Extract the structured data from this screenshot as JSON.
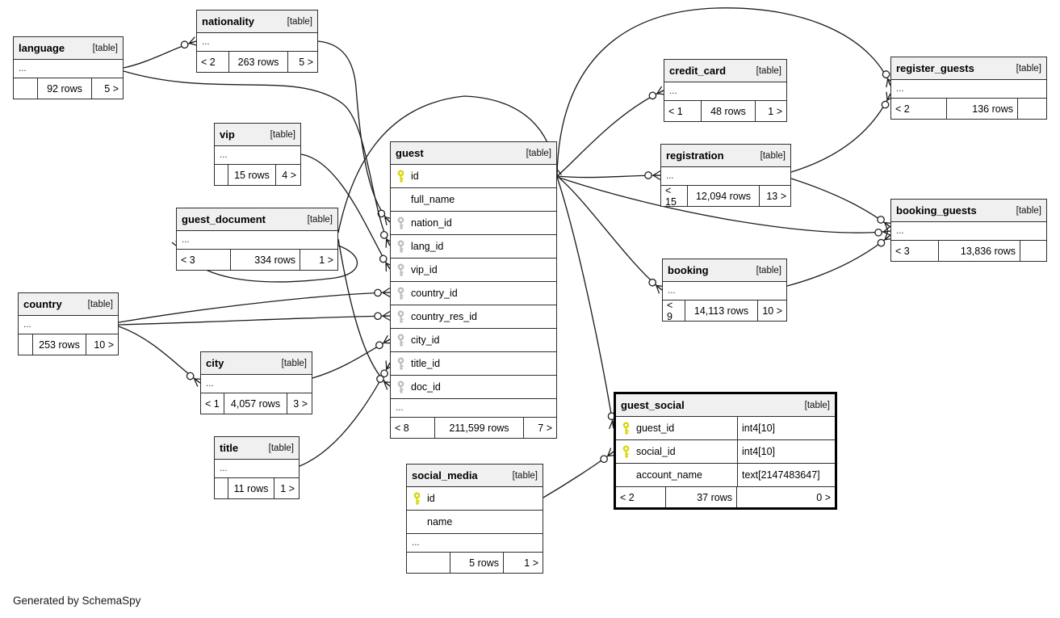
{
  "footer_note": "Generated by SchemaSpy",
  "ellipsis": "...",
  "colors": {
    "primary_key": "#d6d600",
    "foreign_key": "#bcbcbc",
    "header_bg": "#f0f0f0",
    "border": "#2d2d2d",
    "edge": "#1f1f1f"
  },
  "tables": [
    {
      "id": "language",
      "name": "language",
      "tag": "[table]",
      "columns": [],
      "collapsed": true,
      "footer": [
        "",
        "92 rows",
        "5 >"
      ]
    },
    {
      "id": "nationality",
      "name": "nationality",
      "tag": "[table]",
      "columns": [],
      "collapsed": true,
      "footer": [
        "< 2",
        "263 rows",
        "5 >"
      ]
    },
    {
      "id": "vip",
      "name": "vip",
      "tag": "[table]",
      "columns": [],
      "collapsed": true,
      "footer": [
        "",
        "15 rows",
        "4 >"
      ]
    },
    {
      "id": "guest_document",
      "name": "guest_document",
      "tag": "[table]",
      "columns": [],
      "collapsed": true,
      "footer": [
        "< 3",
        "334 rows",
        "1 >"
      ]
    },
    {
      "id": "country",
      "name": "country",
      "tag": "[table]",
      "columns": [],
      "collapsed": true,
      "footer": [
        "",
        "253 rows",
        "10 >"
      ]
    },
    {
      "id": "city",
      "name": "city",
      "tag": "[table]",
      "columns": [],
      "collapsed": true,
      "footer": [
        "< 1",
        "4,057 rows",
        "3 >"
      ]
    },
    {
      "id": "title",
      "name": "title",
      "tag": "[table]",
      "columns": [],
      "collapsed": true,
      "footer": [
        "",
        "11 rows",
        "1 >"
      ]
    },
    {
      "id": "guest",
      "name": "guest",
      "tag": "[table]",
      "columns": [
        {
          "key": "pk",
          "name": "id"
        },
        {
          "key": "",
          "name": "full_name"
        },
        {
          "key": "fk",
          "name": "nation_id"
        },
        {
          "key": "fk",
          "name": "lang_id"
        },
        {
          "key": "fk",
          "name": "vip_id"
        },
        {
          "key": "fk",
          "name": "country_id"
        },
        {
          "key": "fk",
          "name": "country_res_id"
        },
        {
          "key": "fk",
          "name": "city_id"
        },
        {
          "key": "fk",
          "name": "title_id"
        },
        {
          "key": "fk",
          "name": "doc_id"
        }
      ],
      "collapsed": true,
      "footer": [
        "< 8",
        "211,599 rows",
        "7 >"
      ]
    },
    {
      "id": "credit_card",
      "name": "credit_card",
      "tag": "[table]",
      "columns": [],
      "collapsed": true,
      "footer": [
        "< 1",
        "48 rows",
        "1 >"
      ]
    },
    {
      "id": "registration",
      "name": "registration",
      "tag": "[table]",
      "columns": [],
      "collapsed": true,
      "footer": [
        "< 15",
        "12,094 rows",
        "13 >"
      ]
    },
    {
      "id": "booking",
      "name": "booking",
      "tag": "[table]",
      "columns": [],
      "collapsed": true,
      "footer": [
        "< 9",
        "14,113 rows",
        "10 >"
      ]
    },
    {
      "id": "register_guests",
      "name": "register_guests",
      "tag": "[table]",
      "columns": [],
      "collapsed": true,
      "footer": [
        "< 2",
        "136 rows",
        ""
      ]
    },
    {
      "id": "booking_guests",
      "name": "booking_guests",
      "tag": "[table]",
      "columns": [],
      "collapsed": true,
      "footer": [
        "< 3",
        "13,836 rows",
        ""
      ]
    },
    {
      "id": "guest_social",
      "name": "guest_social",
      "tag": "[table]",
      "emphasized": true,
      "columns": [
        {
          "key": "pk",
          "name": "guest_id",
          "type": "int4[10]"
        },
        {
          "key": "pk",
          "name": "social_id",
          "type": "int4[10]"
        },
        {
          "key": "",
          "name": "account_name",
          "type": "text[2147483647]"
        }
      ],
      "collapsed": false,
      "footer": [
        "< 2",
        "37 rows",
        "0 >"
      ]
    },
    {
      "id": "social_media",
      "name": "social_media",
      "tag": "[table]",
      "columns": [
        {
          "key": "pk",
          "name": "id"
        },
        {
          "key": "",
          "name": "name"
        }
      ],
      "collapsed": true,
      "footer": [
        "",
        "5 rows",
        "1 >"
      ]
    }
  ]
}
